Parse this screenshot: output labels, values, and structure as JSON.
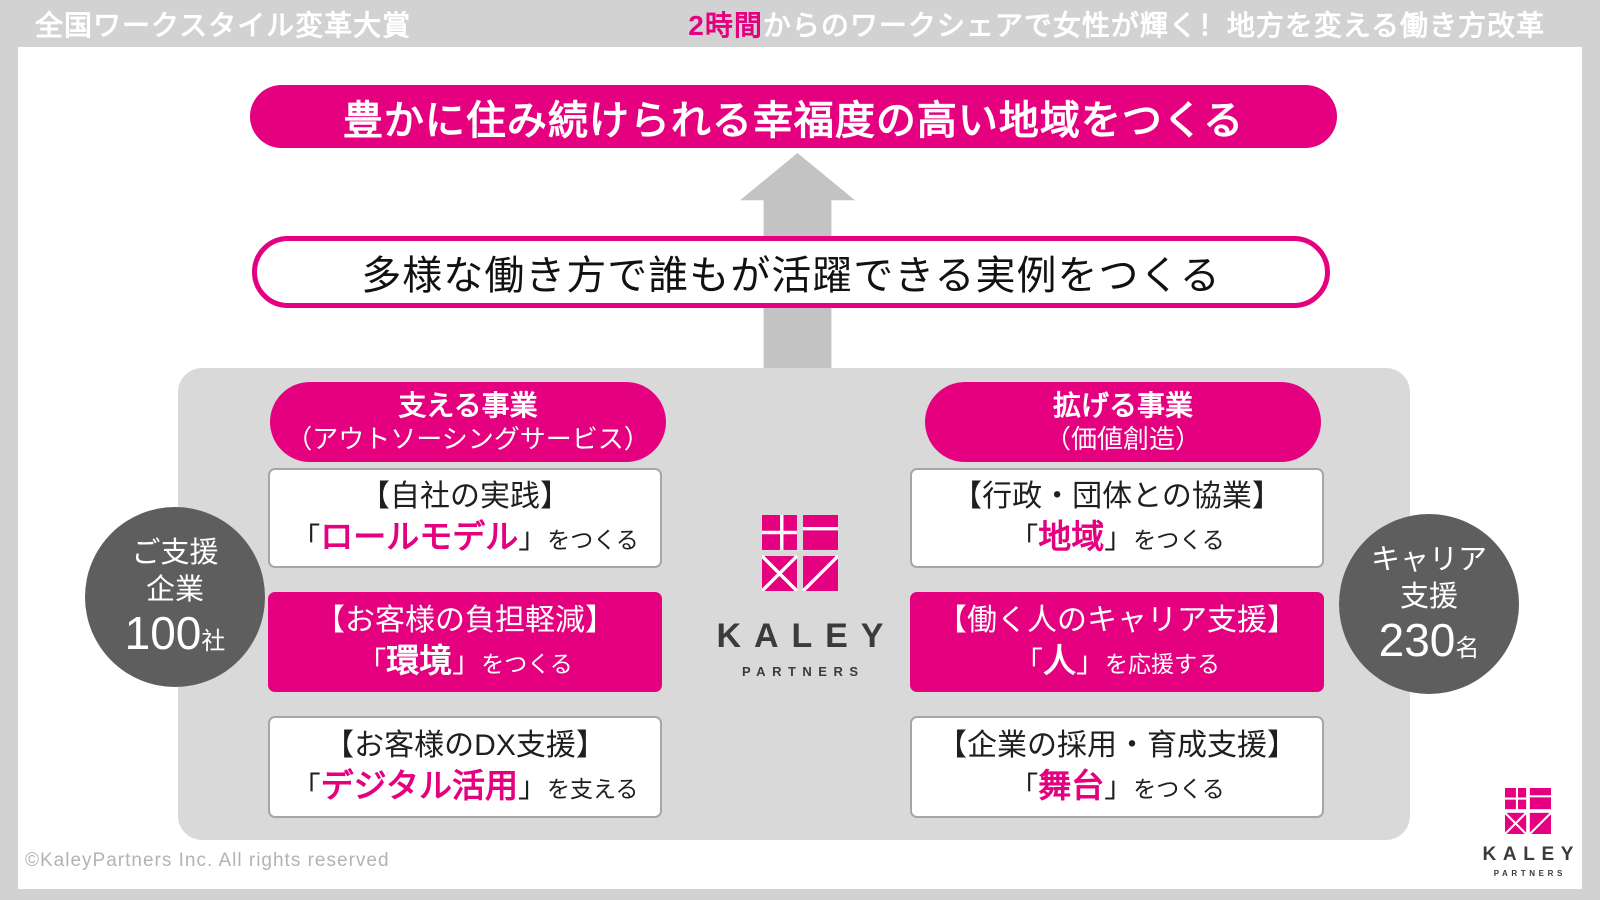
{
  "colors": {
    "pink": "#e4007f",
    "page_gray": "#d2d2d2",
    "panel_gray": "#d9d9d9",
    "arrow_gray": "#c3c3c3",
    "badge_gray": "#5e5e5e"
  },
  "header": {
    "left_title": "全国ワークスタイル変革大賞",
    "right_highlight": "2時間",
    "right_rest": "からのワークシェアで女性が輝く！地方を変える働き方改革"
  },
  "goal_banner": {
    "text": "豊かに住み続けられる幸福度の高い地域をつくる"
  },
  "mission_banner": {
    "text": "多様な働き方で誰もが活躍できる実例をつくる"
  },
  "punct": {
    "open": "「",
    "close": "」"
  },
  "panel": {
    "left": {
      "header_line1": "支える事業",
      "header_line2": "（アウトソーシングサービス）",
      "boxes": [
        {
          "title": "【自社の実践】",
          "keyword": "ロールモデル",
          "suffix": "をつくる",
          "style": "white"
        },
        {
          "title": "【お客様の負担軽減】",
          "keyword": "環境",
          "suffix": "をつくる",
          "style": "pink"
        },
        {
          "title": "【お客様のDX支援】",
          "keyword": "デジタル活用",
          "suffix": "を支える",
          "style": "white"
        }
      ]
    },
    "right": {
      "header_line1": "拡げる事業",
      "header_line2": "（価値創造）",
      "boxes": [
        {
          "title": "【行政・団体との協業】",
          "keyword": "地域",
          "suffix": "をつくる",
          "style": "white"
        },
        {
          "title": "【働く人のキャリア支援】",
          "keyword": "人",
          "suffix": "を応援する",
          "style": "pink"
        },
        {
          "title": "【企業の採用・育成支援】",
          "keyword": "舞台",
          "suffix": "をつくる",
          "style": "white"
        }
      ]
    }
  },
  "badges": {
    "left": {
      "line1": "ご支援",
      "line2": "企業",
      "number": "100",
      "unit": "社"
    },
    "right": {
      "line1": "キャリア",
      "line2": "支援",
      "number": "230",
      "unit": "名"
    }
  },
  "logo": {
    "name": "KALEY",
    "subtitle": "PARTNERS"
  },
  "footer": {
    "copyright": "©KaleyPartners Inc. All rights reserved"
  }
}
